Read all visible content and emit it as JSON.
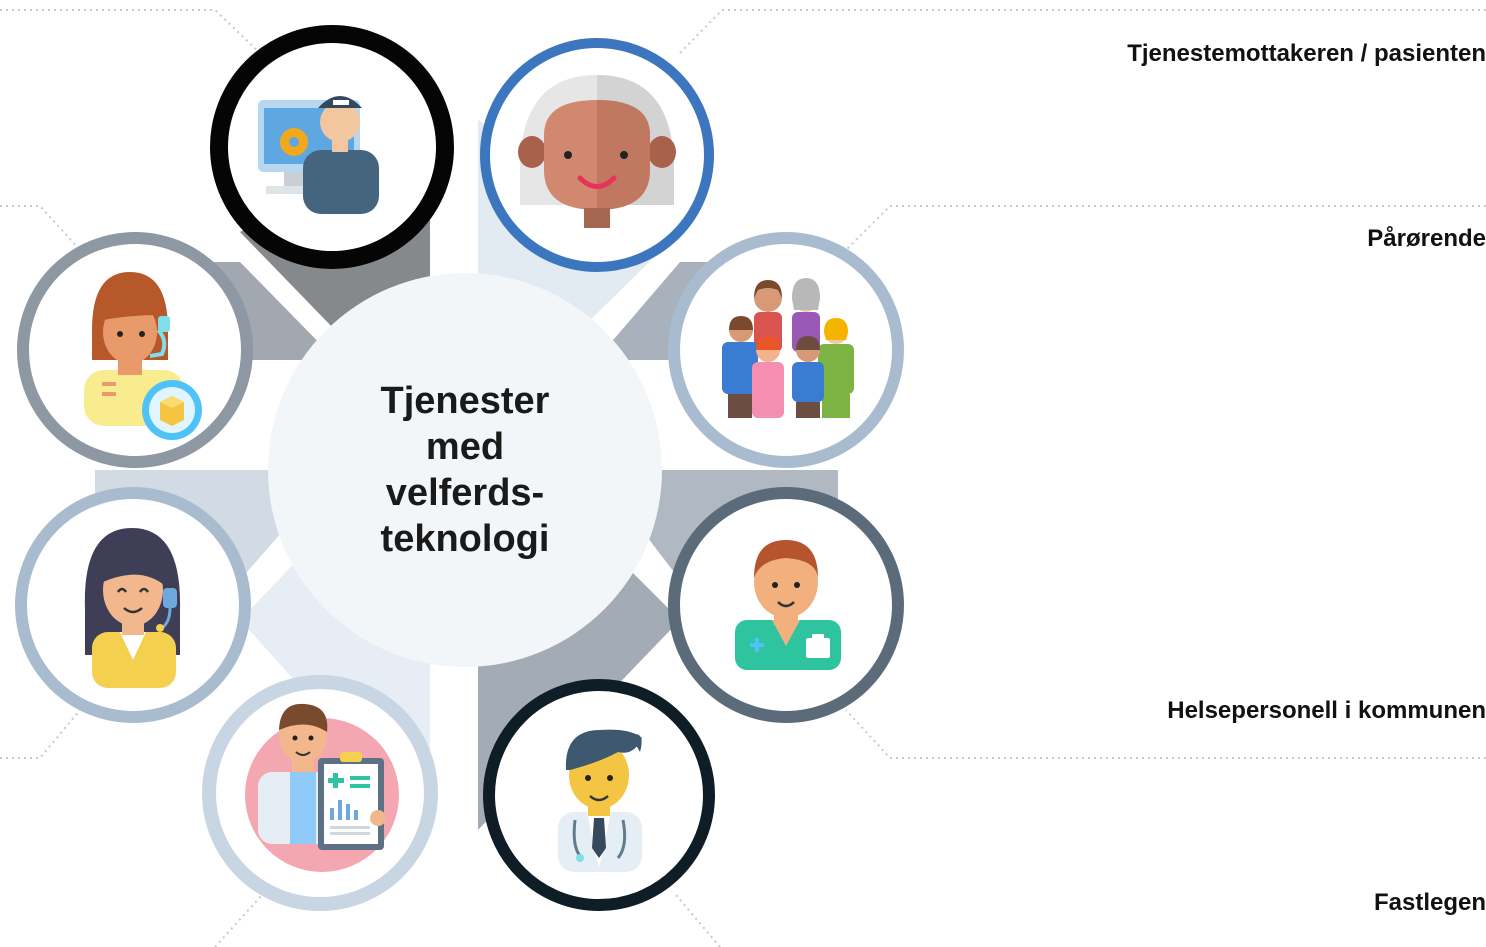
{
  "center": {
    "lines": [
      "Tjenester",
      "med",
      "velferds-",
      "teknologi"
    ]
  },
  "labels": {
    "patient": "Tjenestemottakeren / pasienten",
    "relatives": "Pårørende",
    "health_personnel": "Helsepersonell i kommunen",
    "gp": "Fastlegen"
  },
  "icons": {
    "technician": "technician-icon",
    "elderly": "elderly-woman-icon",
    "family": "family-icon",
    "support": "support-agent-icon",
    "receptionist": "receptionist-icon",
    "nurse": "nurse-icon",
    "doctor_clipboard": "doctor-clipboard-icon",
    "doctor_stethoscope": "doctor-stethoscope-icon"
  },
  "colors": {
    "hub": "#f3f6f9",
    "ring_black": "#050505",
    "ring_blue": "#3b76bf",
    "ring_light_blue": "#a9bccf",
    "ring_gray": "#8d98a3",
    "ring_slate": "#5c6b7a",
    "ring_navy": "#0f1d27",
    "ring_pale": "#c8d6e4"
  }
}
